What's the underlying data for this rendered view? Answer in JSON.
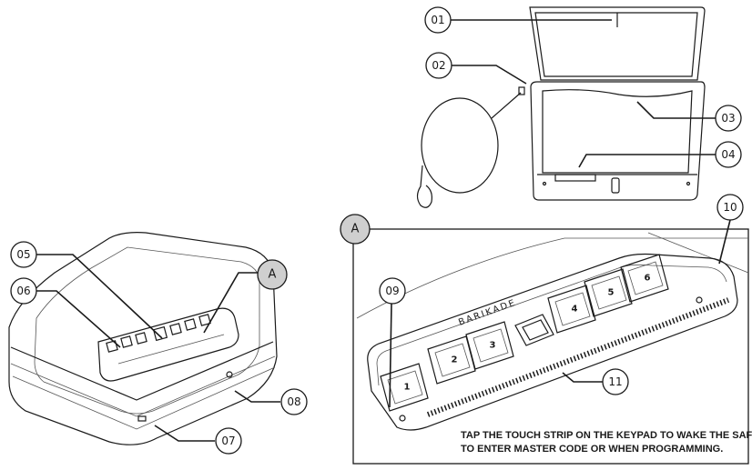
{
  "colors": {
    "line": "#1a1a1a",
    "callout_a_fill": "#cfcfcf",
    "note_bg": "#ffffff"
  },
  "callouts": {
    "c01": "01",
    "c02": "02",
    "c03": "03",
    "c04": "04",
    "c05": "05",
    "c06": "06",
    "c07": "07",
    "c08": "08",
    "c09": "09",
    "c10": "10",
    "c11": "11"
  },
  "detail_marker": "A",
  "brand": "BARIKADE",
  "keys": [
    "1",
    "2",
    "3",
    "4",
    "5",
    "6"
  ],
  "note": {
    "line1": "TAP THE TOUCH STRIP ON THE KEYPAD TO WAKE THE SAFE",
    "line2": "TO ENTER MASTER CODE OR WHEN PROGRAMMING."
  }
}
